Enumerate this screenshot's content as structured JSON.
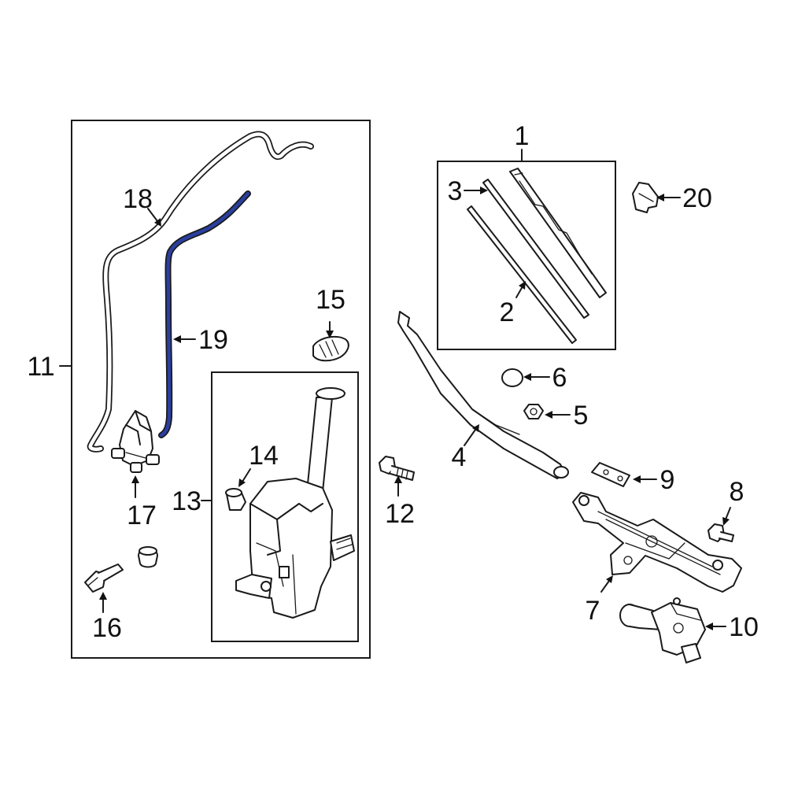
{
  "highlight_color": "#2a3f9e",
  "highlighted_part": "19",
  "callouts": {
    "c1": "1",
    "c2": "2",
    "c3": "3",
    "c4": "4",
    "c5": "5",
    "c6": "6",
    "c7": "7",
    "c8": "8",
    "c9": "9",
    "c10": "10",
    "c11": "11",
    "c12": "12",
    "c13": "13",
    "c14": "14",
    "c15": "15",
    "c16": "16",
    "c17": "17",
    "c18": "18",
    "c19": "19",
    "c20": "20"
  }
}
